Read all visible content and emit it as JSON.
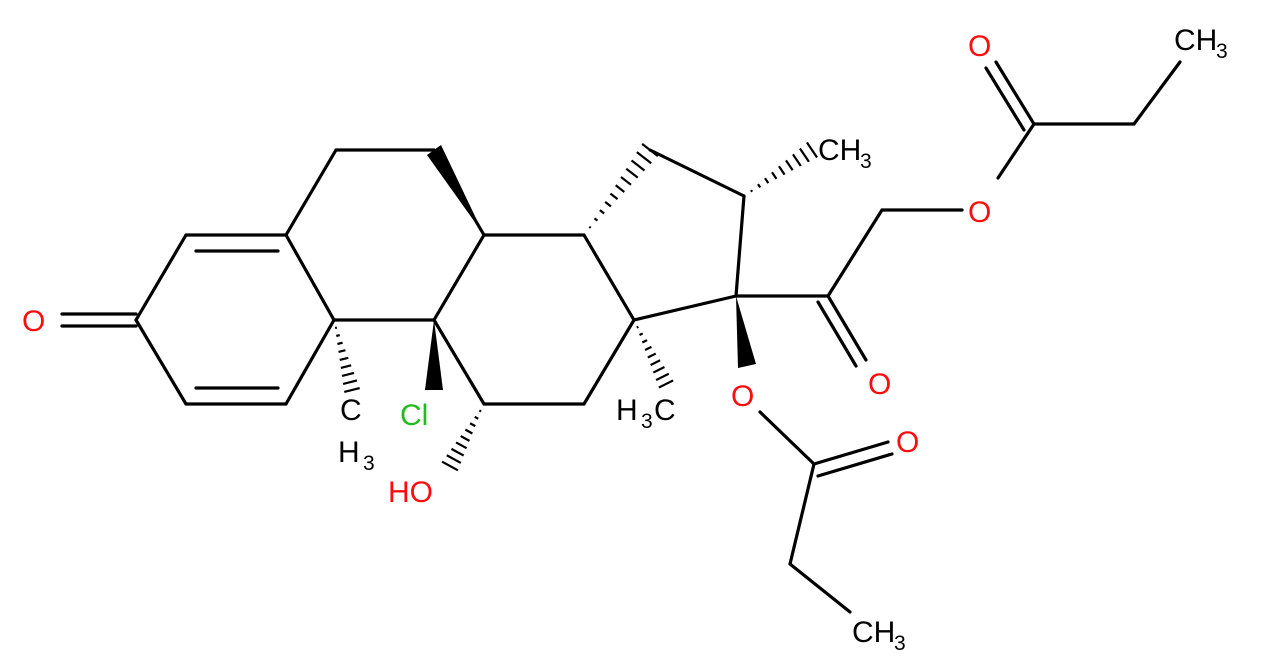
{
  "molecule": {
    "colors": {
      "O": "#ff0d0d",
      "Cl": "#1fbd1f",
      "C": "#000000"
    },
    "labels": {
      "O_ketone": "O",
      "Me10_H": "H",
      "Me10_C": "C",
      "Me10_sub": "3",
      "Cl": "Cl",
      "HO": "HO",
      "Me13_H": "H",
      "Me13_sub": "3",
      "Me13_C": "C",
      "O17": "O",
      "O20": "O",
      "O_est2_carbonyl": "O",
      "Me_est2_CH": "CH",
      "Me_est2_sub": "3",
      "Me16_CH": "CH",
      "Me16_sub": "3",
      "O21": "O",
      "O_est1_carbonyl": "O",
      "Me_est1_CH": "CH",
      "Me_est1_sub": "3"
    }
  }
}
